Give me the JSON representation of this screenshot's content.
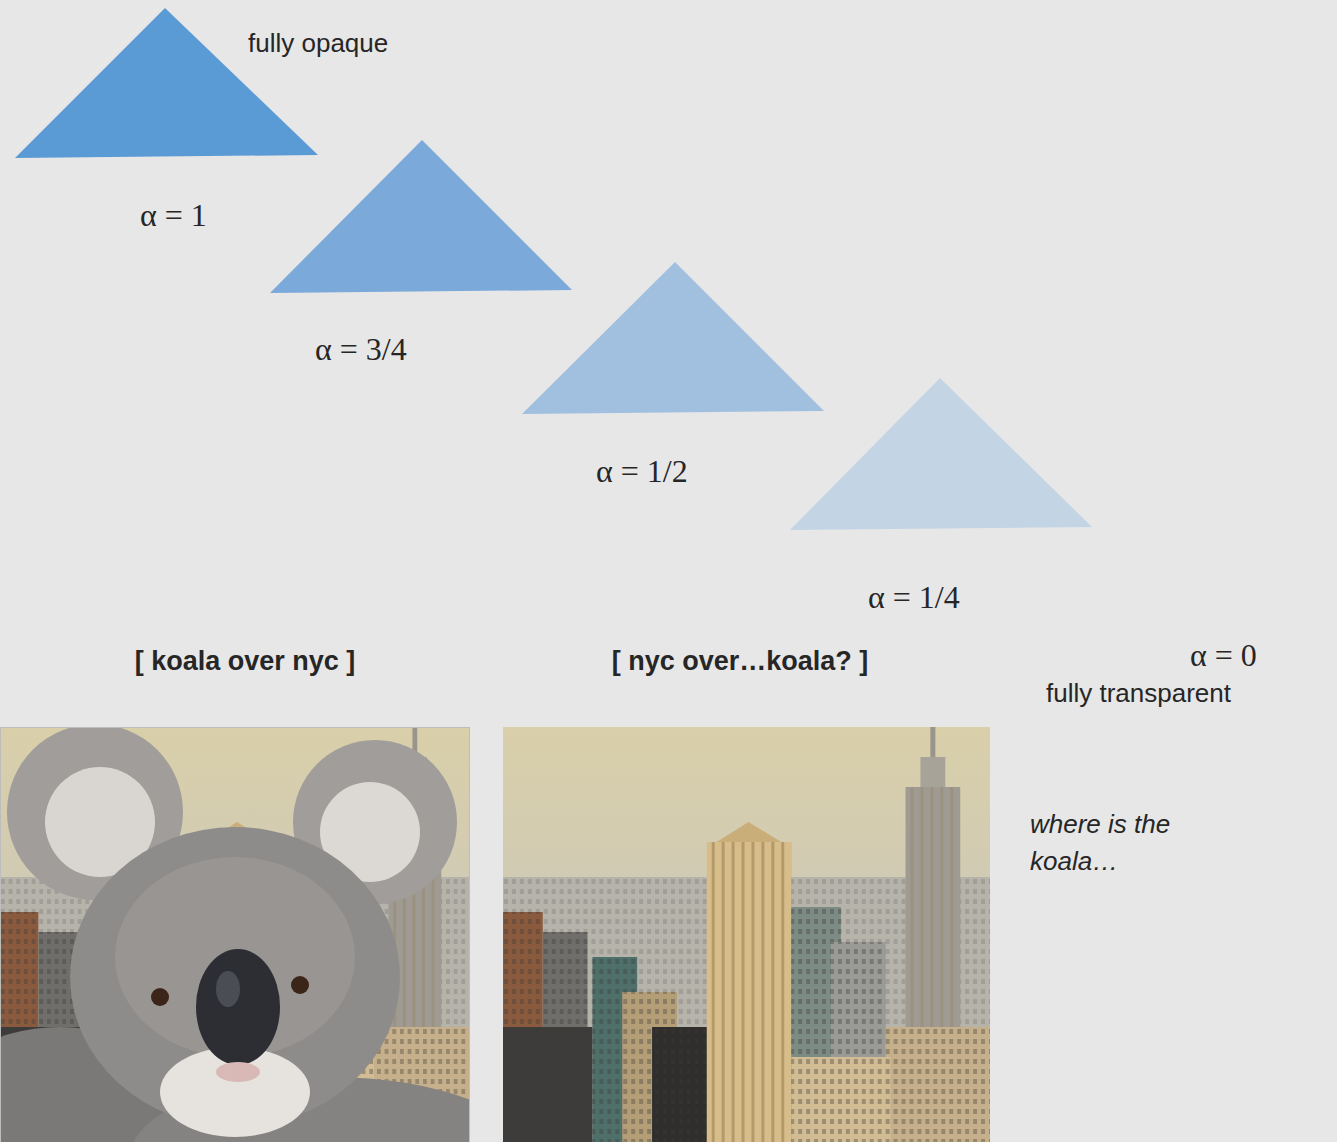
{
  "diagram": {
    "labels": [
      "fully opaque",
      "α = 1",
      "α = 3/4",
      "α = 1/2",
      "α = 1/4",
      "[ koala over nyc ]",
      "[ nyc over…koala? ]",
      "α = 0",
      "fully transparent",
      "where is the koala…"
    ]
  }
}
